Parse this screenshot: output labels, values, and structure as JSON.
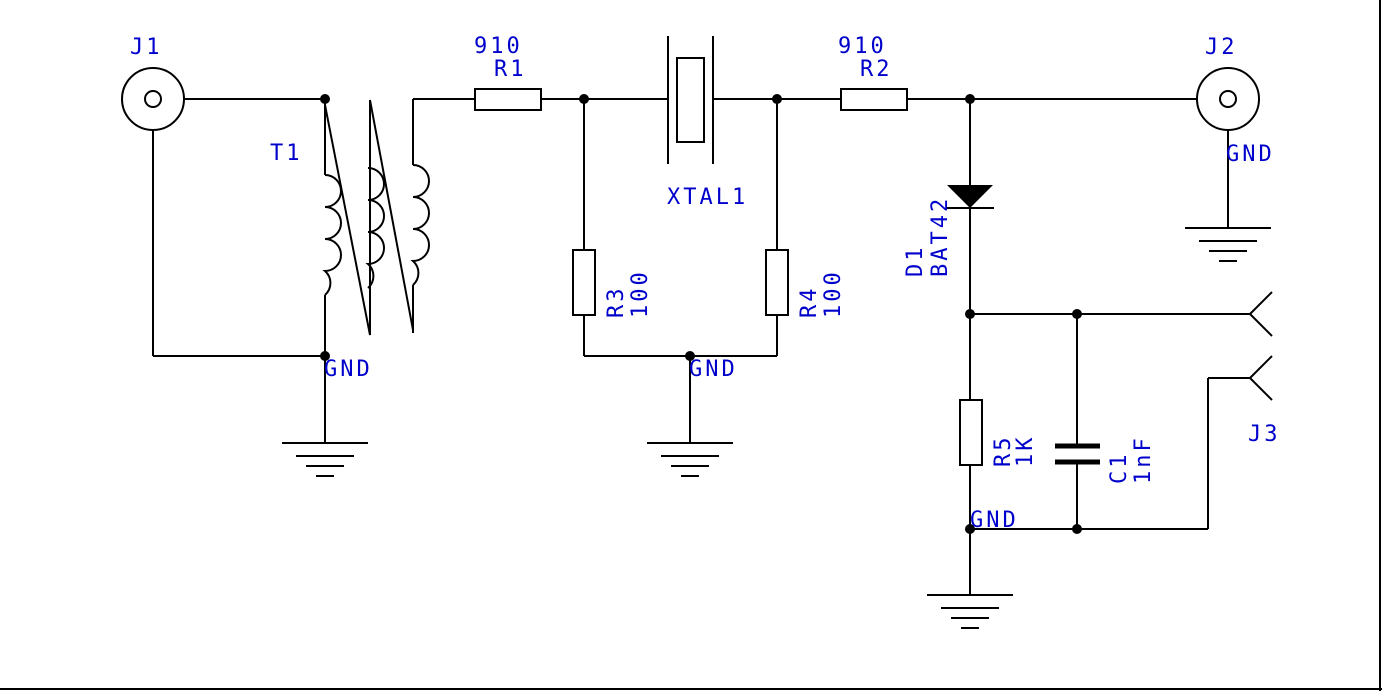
{
  "colors": {
    "wire": "#000000",
    "label": "#0000cc",
    "background": "#ffffff"
  },
  "labels": {
    "j1": "J1",
    "t1": "T1",
    "r1_value": "910",
    "r1_ref": "R1",
    "xtal_ref": "XTAL1",
    "r2_value": "910",
    "r2_ref": "R2",
    "j2": "J2",
    "j2_gnd": "GND",
    "d1_ref": "D1",
    "d1_value": "BAT42",
    "r3_ref": "R3",
    "r3_value": "100",
    "r4_ref": "R4",
    "r4_value": "100",
    "gnd_t1": "GND",
    "gnd_mid": "GND",
    "j3": "J3",
    "r5_ref": "R5",
    "r5_value": "1K",
    "c1_ref": "C1",
    "c1_value": "1nF",
    "gnd_right": "GND"
  }
}
